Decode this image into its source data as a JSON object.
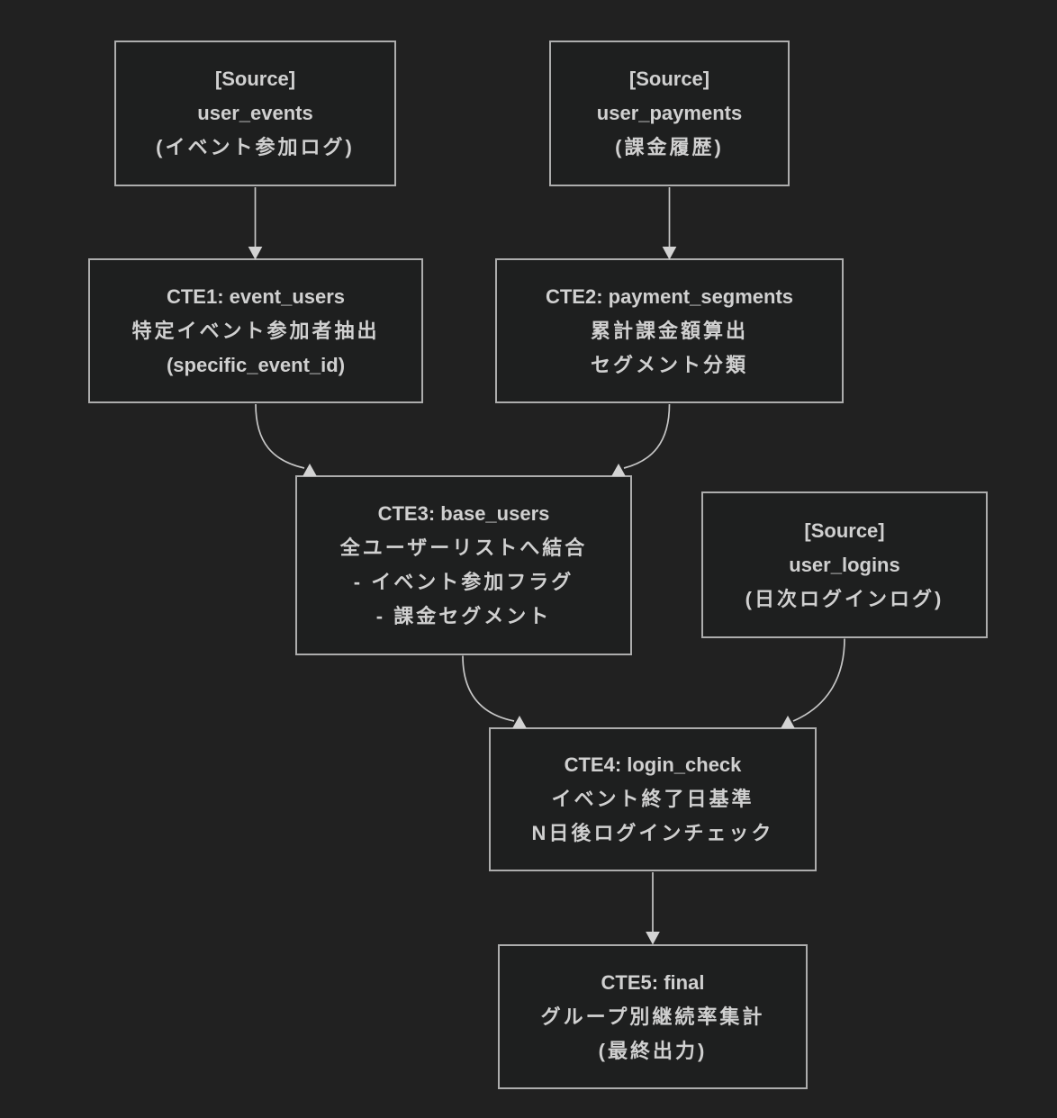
{
  "diagram": {
    "kind": "sql-cte-flowchart",
    "colors": {
      "background": "#212121",
      "node_fill": "#1e1f1f",
      "node_border": "#adadad",
      "edge_line": "#c6c6c6",
      "arrowhead": "#d3d3d3",
      "text": "#d0d0d0"
    },
    "nodes": [
      {
        "id": "user_events",
        "lines": [
          "[Source]",
          "user_events",
          "(イベント参加ログ)"
        ]
      },
      {
        "id": "user_payments",
        "lines": [
          "[Source]",
          "user_payments",
          "(課金履歴)"
        ]
      },
      {
        "id": "cte1",
        "lines": [
          "CTE1: event_users",
          "特定イベント参加者抽出",
          "(specific_event_id)"
        ]
      },
      {
        "id": "cte2",
        "lines": [
          "CTE2: payment_segments",
          "累計課金額算出",
          "セグメント分類"
        ]
      },
      {
        "id": "cte3",
        "lines": [
          "CTE3: base_users",
          "全ユーザーリストへ結合",
          "- イベント参加フラグ",
          "- 課金セグメント"
        ]
      },
      {
        "id": "user_logins",
        "lines": [
          "[Source]",
          "user_logins",
          "(日次ログインログ)"
        ]
      },
      {
        "id": "cte4",
        "lines": [
          "CTE4: login_check",
          "イベント終了日基準",
          "N日後ログインチェック"
        ]
      },
      {
        "id": "cte5",
        "lines": [
          "CTE5: final",
          "グループ別継続率集計",
          "(最終出力)"
        ]
      }
    ],
    "edges": [
      {
        "from": "user_events",
        "to": "cte1"
      },
      {
        "from": "user_payments",
        "to": "cte2"
      },
      {
        "from": "cte1",
        "to": "cte3"
      },
      {
        "from": "cte2",
        "to": "cte3"
      },
      {
        "from": "cte3",
        "to": "cte4"
      },
      {
        "from": "user_logins",
        "to": "cte4"
      },
      {
        "from": "cte4",
        "to": "cte5"
      }
    ]
  }
}
